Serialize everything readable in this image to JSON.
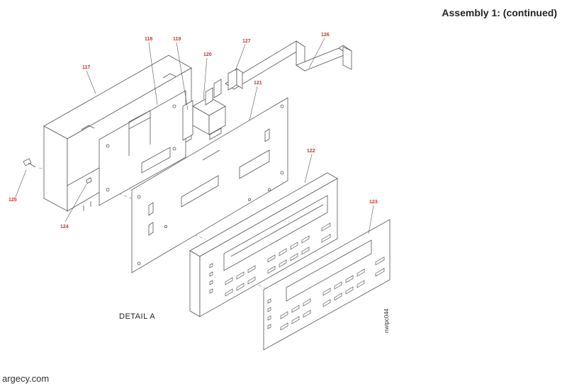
{
  "header": {
    "title": "Assembly 1: (continued)"
  },
  "diagram": {
    "detail_label": "DETAIL   A",
    "drawing_code": "nwtpc044",
    "callouts": [
      "117",
      "118",
      "119",
      "120",
      "121",
      "122",
      "123",
      "124",
      "125",
      "126",
      "127"
    ]
  },
  "footer": {
    "site": "argecy.com"
  }
}
